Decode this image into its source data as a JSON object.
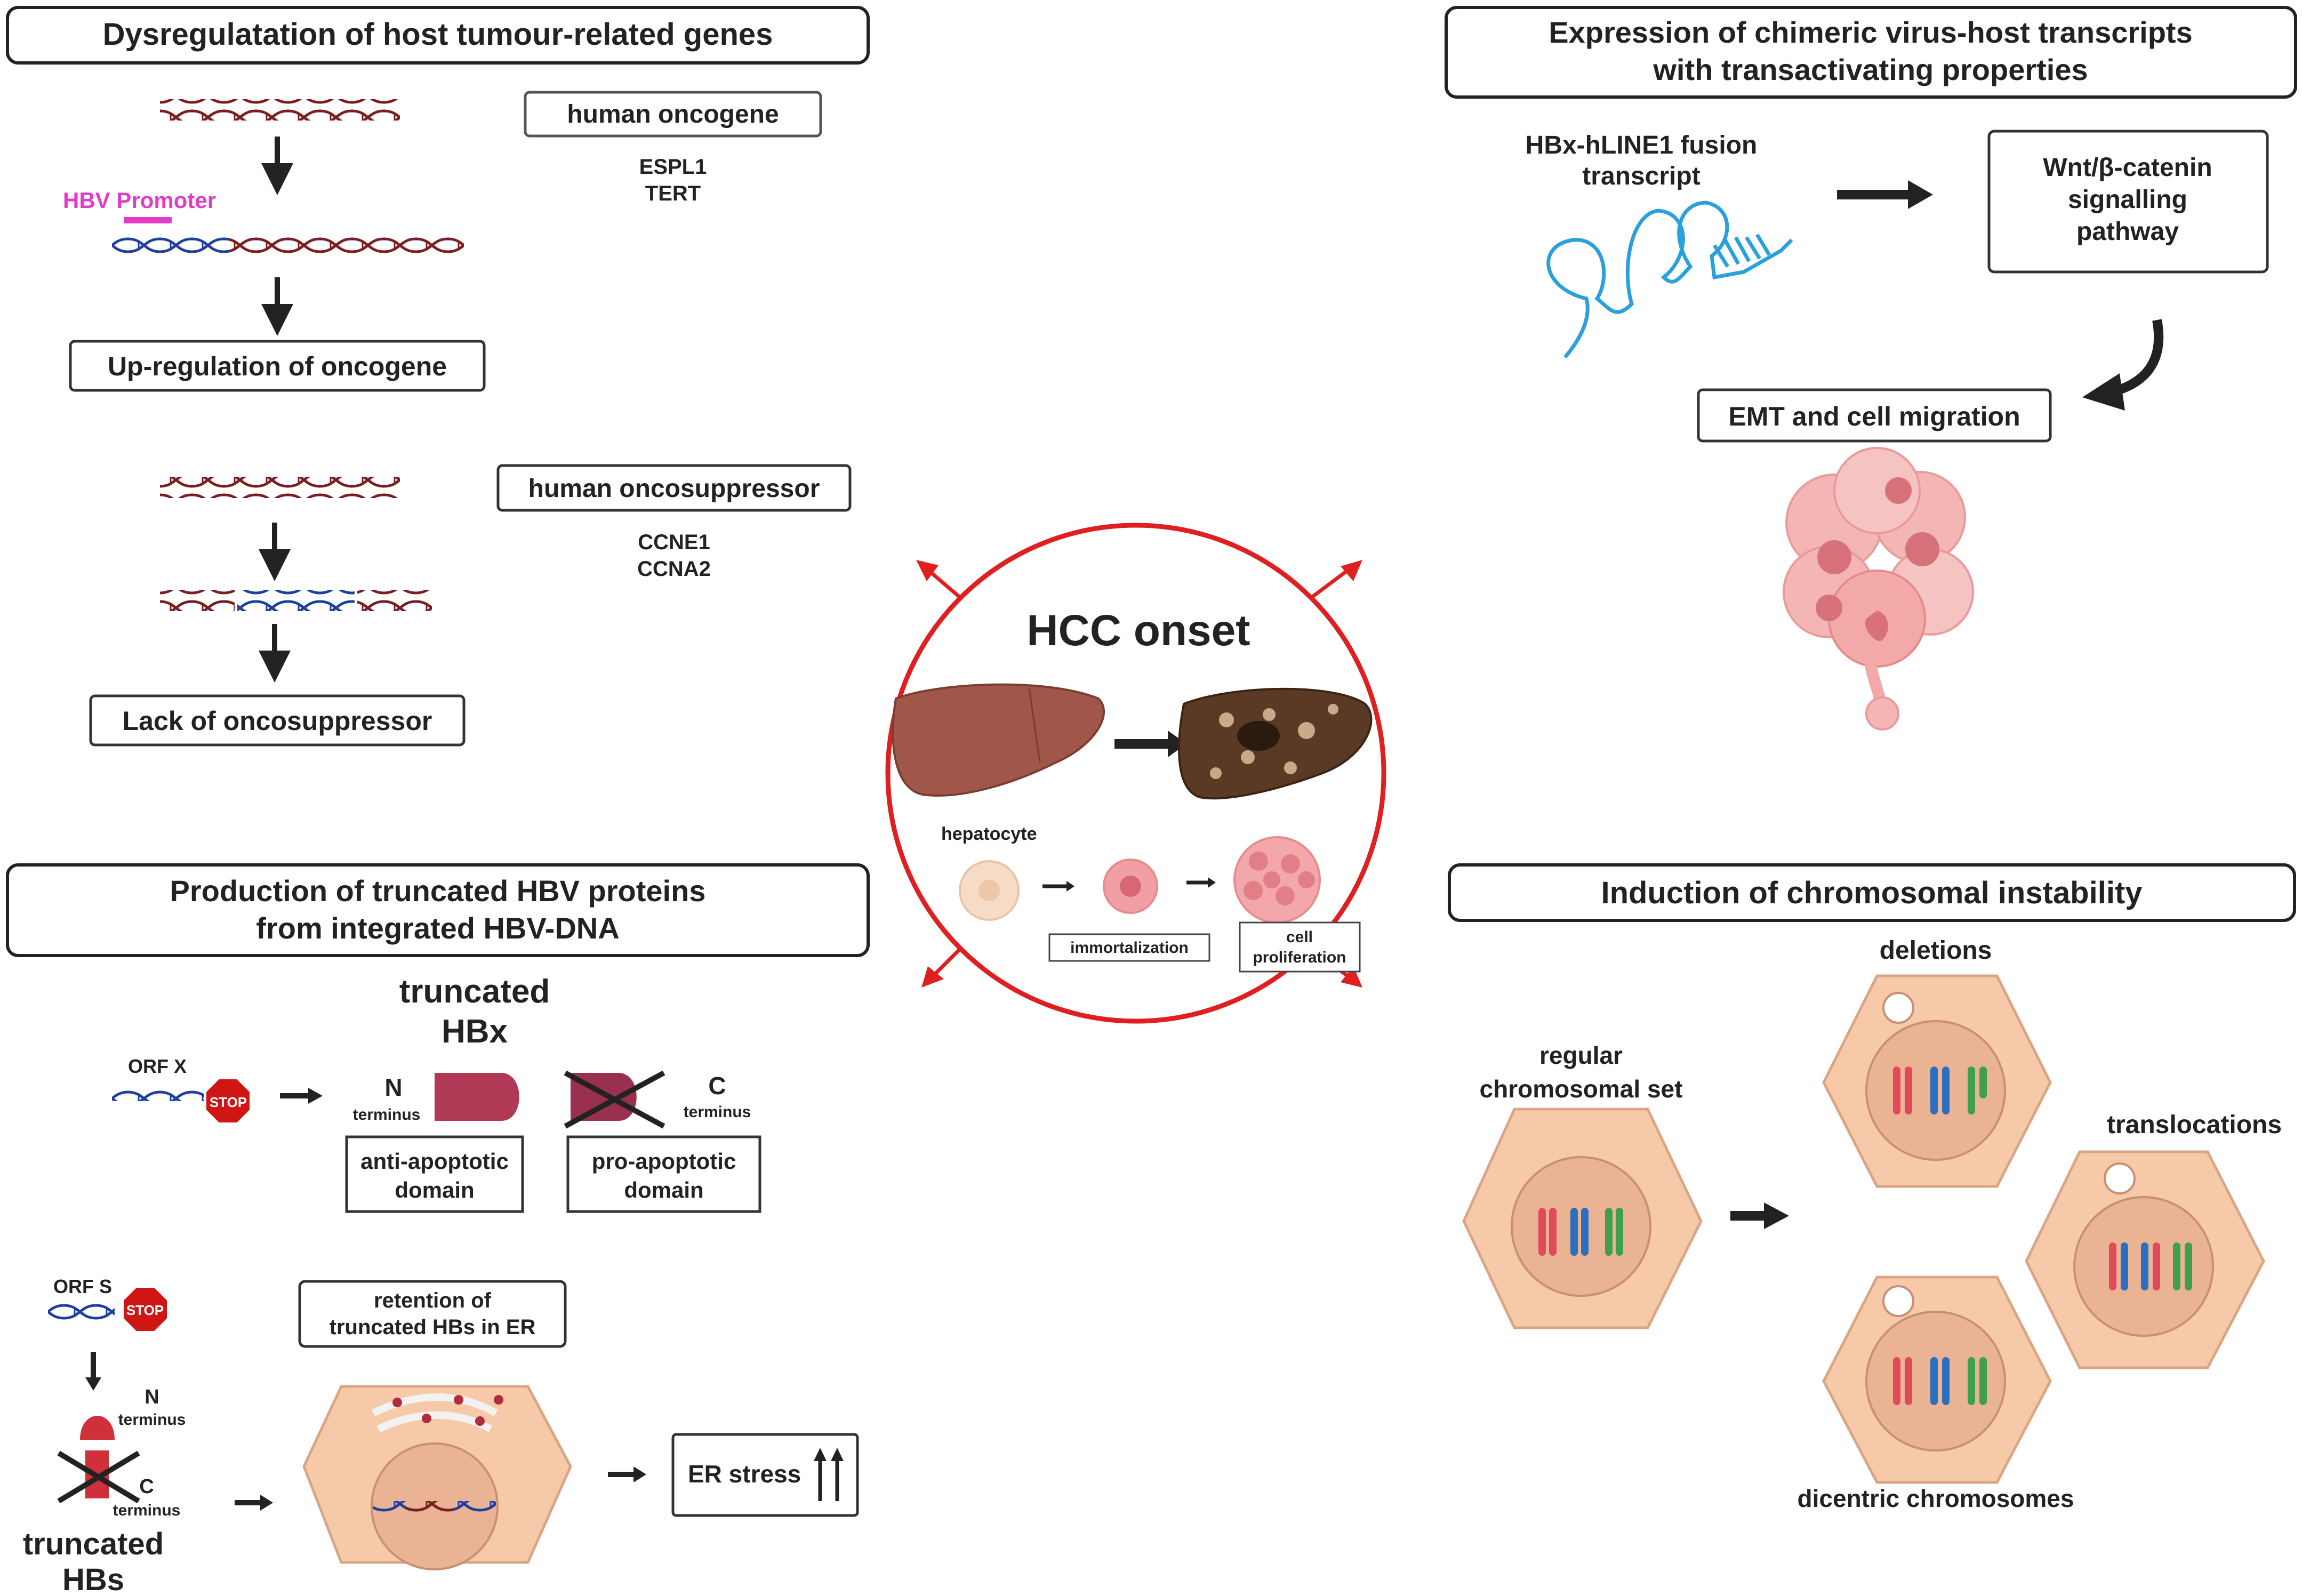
{
  "center": {
    "title": "HCC onset",
    "hepatocyte": "hepatocyte",
    "immortalization": "immortalization",
    "cell_proliferation_1": "cell",
    "cell_proliferation_2": "proliferation"
  },
  "top_left": {
    "header": "Dysregulatation of host tumour-related genes",
    "oncogene_box": "human oncogene",
    "oncogene_1": "ESPL1",
    "oncogene_2": "TERT",
    "promoter": "HBV Promoter",
    "upregulation": "Up-regulation of oncogene",
    "oncosuppressor_box": "human oncosuppressor",
    "oncosuppressor_1": "CCNE1",
    "oncosuppressor_2": "CCNA2",
    "lack": "Lack of oncosuppressor"
  },
  "top_right": {
    "header_1": "Expression of chimeric virus-host transcripts",
    "header_2": "with transactivating properties",
    "fusion_1": "HBx-hLINE1 fusion",
    "fusion_2": "transcript",
    "wnt_1": "Wnt/β-catenin",
    "wnt_2": "signalling",
    "wnt_3": "pathway",
    "emt": "EMT and cell migration"
  },
  "bottom_left": {
    "header_1": "Production of truncated HBV proteins",
    "header_2": "from integrated HBV-DNA",
    "truncated_hbx_1": "truncated",
    "truncated_hbx_2": "HBx",
    "orf_x": "ORF X",
    "stop": "STOP",
    "n": "N",
    "c": "C",
    "terminus": "terminus",
    "anti_1": "anti-apoptotic",
    "anti_2": "domain",
    "pro_1": "pro-apoptotic",
    "pro_2": "domain",
    "orf_s": "ORF S",
    "retention_1": "retention  of",
    "retention_2": "truncated HBs in ER",
    "er_stress": "ER stress",
    "truncated_hbs_1": "truncated",
    "truncated_hbs_2": "HBs"
  },
  "bottom_right": {
    "header": "Induction of chromosomal instability",
    "regular_1": "regular",
    "regular_2": "chromosomal set",
    "deletions": "deletions",
    "translocations": "translocations",
    "dicentric": "dicentric chromosomes"
  },
  "colors": {
    "dna_red": "#7a1f1f",
    "dna_blue": "#1f3fa0",
    "promoter": "#e03cc8",
    "circle": "#e02020",
    "cell": "#f6c9a8",
    "liver": "#a0574a"
  }
}
